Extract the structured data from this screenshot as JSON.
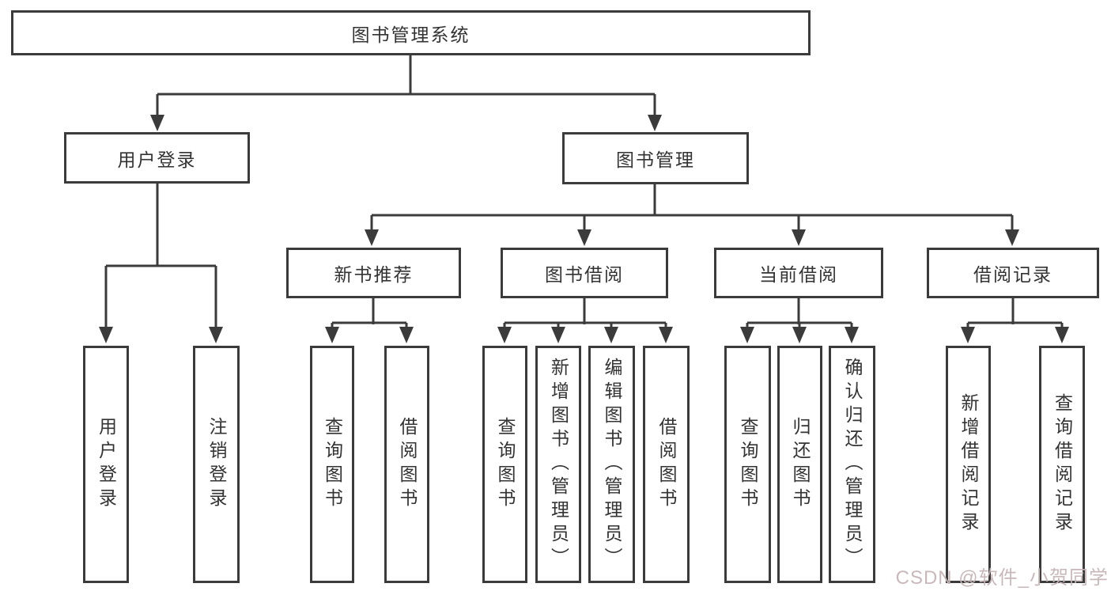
{
  "diagram": {
    "root": "图书管理系统",
    "branches": [
      {
        "label": "用户登录",
        "children": [
          "用户登录",
          "注销登录"
        ]
      },
      {
        "label": "图书管理",
        "sections": [
          {
            "label": "新书推荐",
            "children": [
              "查询图书",
              "借阅图书"
            ]
          },
          {
            "label": "图书借阅",
            "children": [
              "查询图书",
              "新增图书（管理员）",
              "编辑图书（管理员）",
              "借阅图书"
            ]
          },
          {
            "label": "当前借阅",
            "children": [
              "查询图书",
              "归还图书",
              "确认归还（管理员）"
            ]
          },
          {
            "label": "借阅记录",
            "children": [
              "新增借阅记录",
              "查询借阅记录"
            ]
          }
        ]
      }
    ]
  },
  "watermark": "CSDN @软件_小贺同学",
  "colors": {
    "line": "#3b3b3b",
    "text": "#333333",
    "watermark": "#c7b5b7",
    "background": "#ffffff"
  }
}
